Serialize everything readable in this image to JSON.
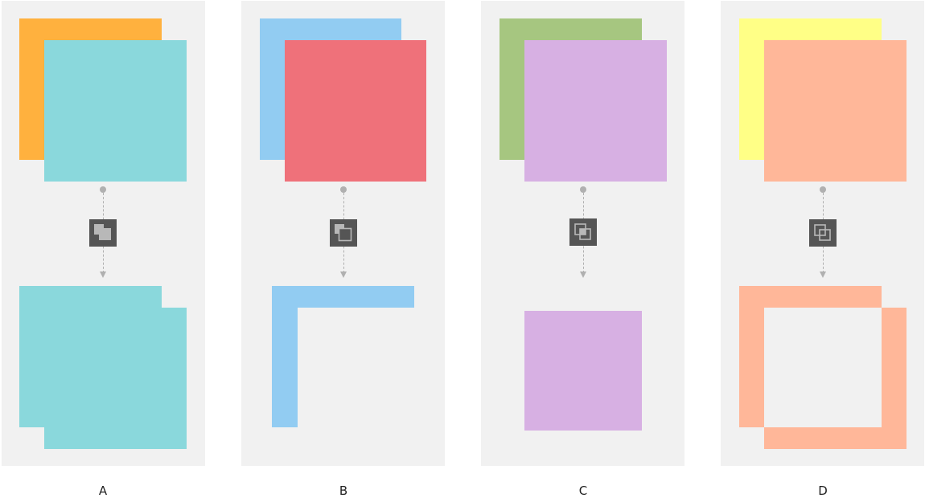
{
  "columns": [
    {
      "label": "A",
      "operation": "union",
      "icon": "union-icon",
      "back_color": "#FFB13E",
      "front_color": "#8AD8DC",
      "result_color": "#8AD8DC"
    },
    {
      "label": "B",
      "operation": "subtract",
      "icon": "subtract-icon",
      "back_color": "#92CCF2",
      "front_color": "#EF717A",
      "result_color": "#92CCF2"
    },
    {
      "label": "C",
      "operation": "intersect",
      "icon": "intersect-icon",
      "back_color": "#A6C680",
      "front_color": "#D7B0E3",
      "result_color": "#D7B0E3"
    },
    {
      "label": "D",
      "operation": "exclude",
      "icon": "exclude-icon",
      "back_color": "#FFFF86",
      "front_color": "#FFB799",
      "result_color": "#FFB799"
    }
  ],
  "colors": {
    "panel_bg": "#F1F1F1",
    "icon_bg": "#555555",
    "connector": "#B0B0B0"
  }
}
